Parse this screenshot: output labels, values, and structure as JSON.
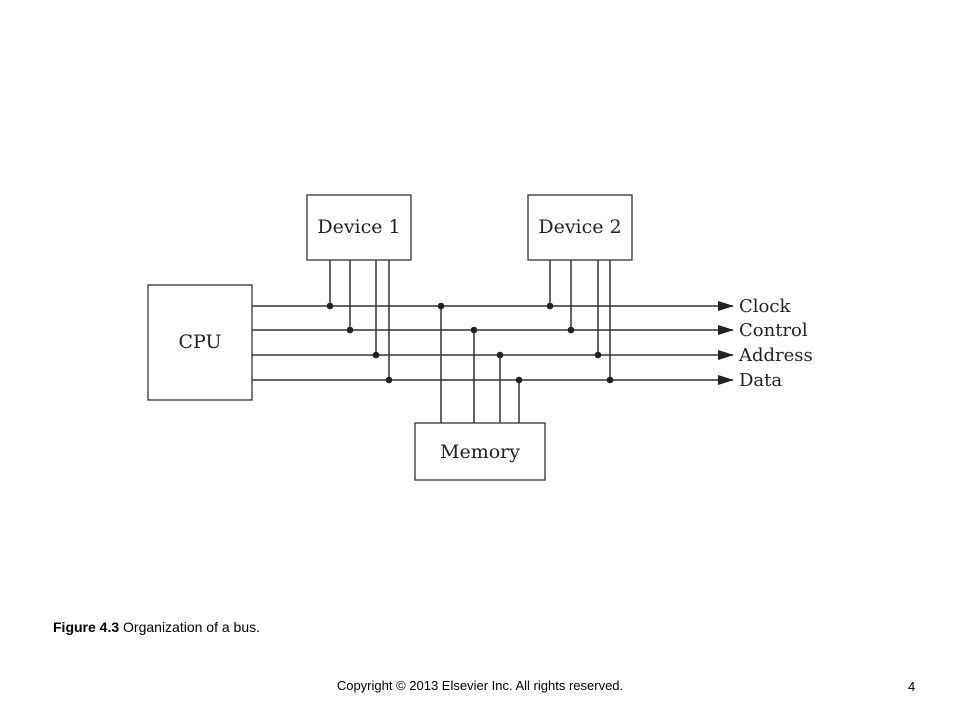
{
  "diagram": {
    "blocks": {
      "cpu": "CPU",
      "device1": "Device 1",
      "device2": "Device 2",
      "memory": "Memory"
    },
    "bus_lines": [
      "Clock",
      "Control",
      "Address",
      "Data"
    ]
  },
  "caption": {
    "figure_number": "Figure 4.3",
    "text": " Organization of a bus."
  },
  "footer": {
    "copyright": "Copyright © 2013 Elsevier Inc. All rights reserved.",
    "page_number": "4"
  }
}
